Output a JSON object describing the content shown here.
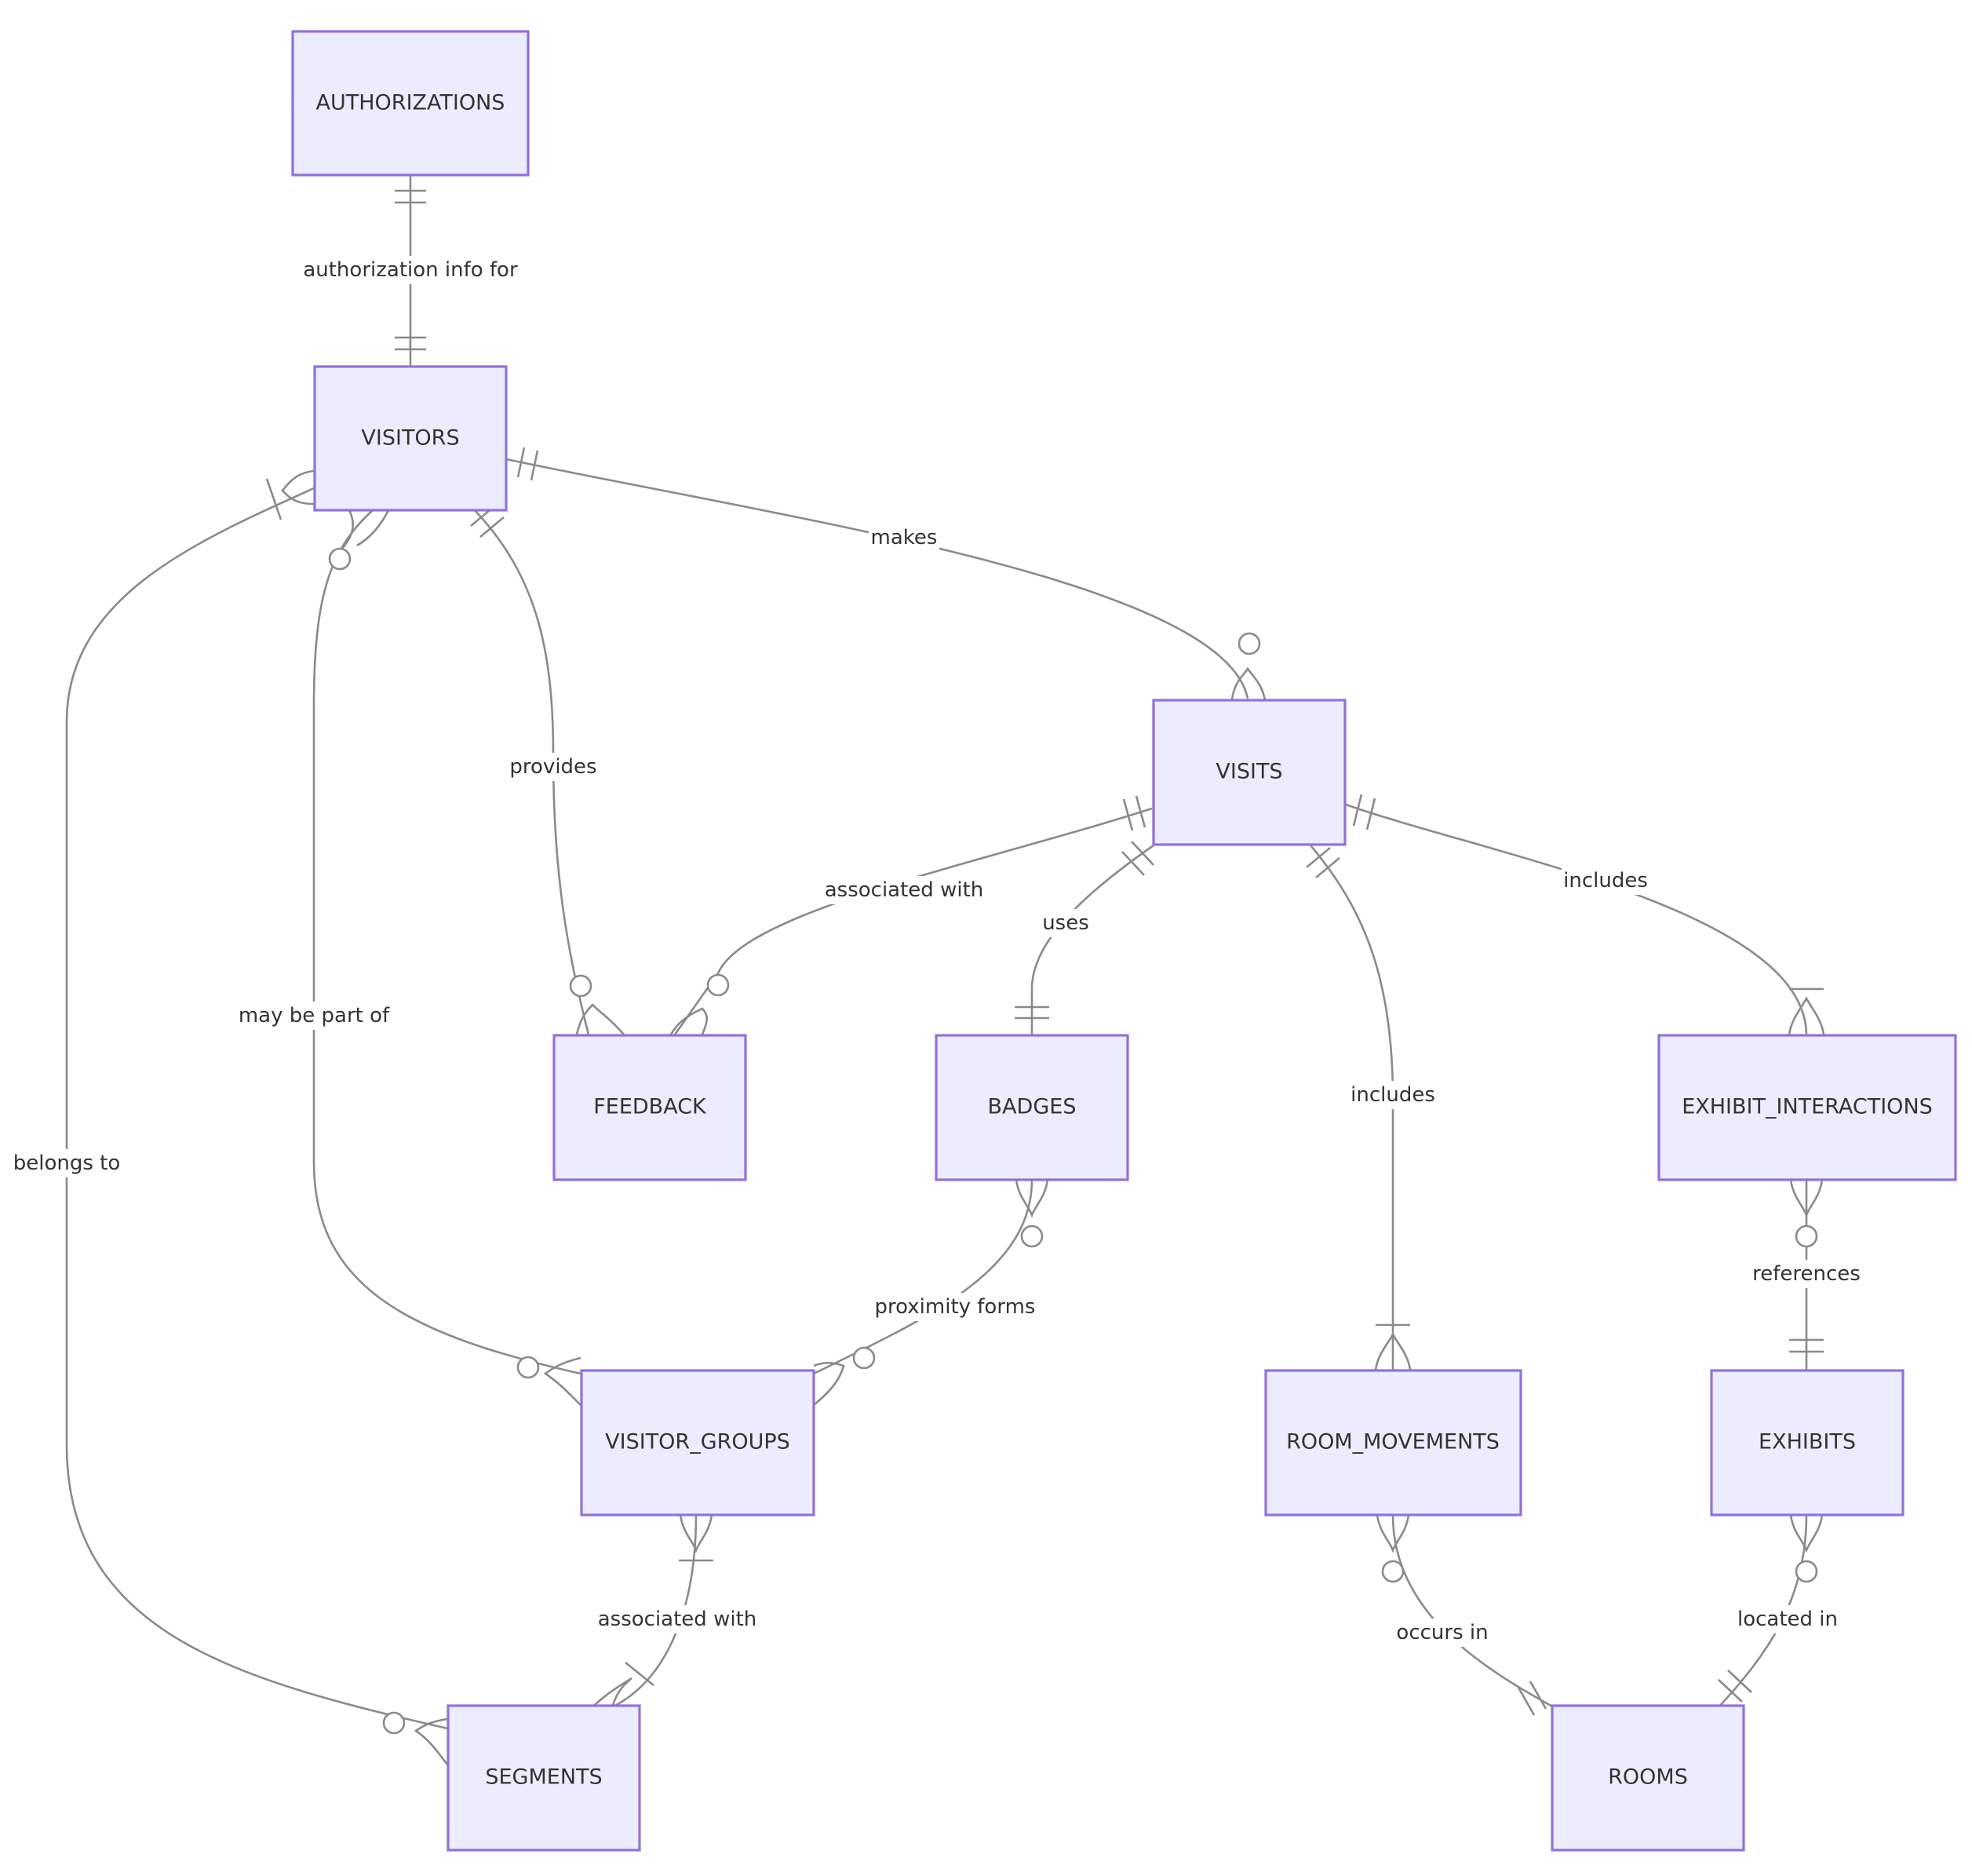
{
  "entities": {
    "authorizations": "AUTHORIZATIONS",
    "visitors": "VISITORS",
    "visits": "VISITS",
    "feedback": "FEEDBACK",
    "badges": "BADGES",
    "exhibit_interactions": "EXHIBIT_INTERACTIONS",
    "visitor_groups": "VISITOR_GROUPS",
    "room_movements": "ROOM_MOVEMENTS",
    "exhibits": "EXHIBITS",
    "segments": "SEGMENTS",
    "rooms": "ROOMS"
  },
  "relationships": {
    "authorization_info_for": "authorization info for",
    "makes": "makes",
    "provides": "provides",
    "may_be_part_of": "may be part of",
    "belongs_to": "belongs to",
    "associated_with_feedback": "associated with",
    "uses": "uses",
    "includes_room_movements": "includes",
    "includes_exhibit_interactions": "includes",
    "references": "references",
    "proximity_forms": "proximity forms",
    "associated_with_segments": "associated with",
    "occurs_in": "occurs in",
    "located_in": "located in"
  },
  "colors": {
    "entity_fill": "#ECECFF",
    "entity_stroke": "#9370DB",
    "edge": "#8a8a8a"
  }
}
